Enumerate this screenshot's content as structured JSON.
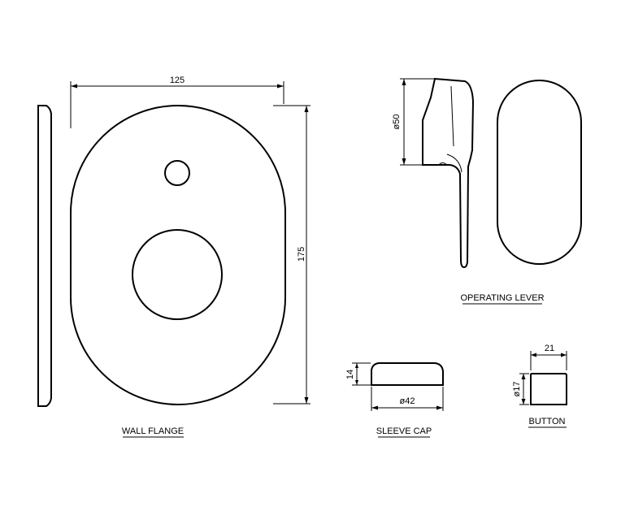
{
  "labels": {
    "wall_flange": "WALL FLANGE",
    "operating_lever": "OPERATING LEVER",
    "sleeve_cap": "SLEEVE CAP",
    "button": "BUTTON"
  },
  "dimensions": {
    "flange_width": "125",
    "flange_height": "175",
    "lever_diameter": "ø50",
    "cap_height": "14",
    "cap_diameter": "ø42",
    "button_width": "21",
    "button_diameter": "ø17"
  }
}
